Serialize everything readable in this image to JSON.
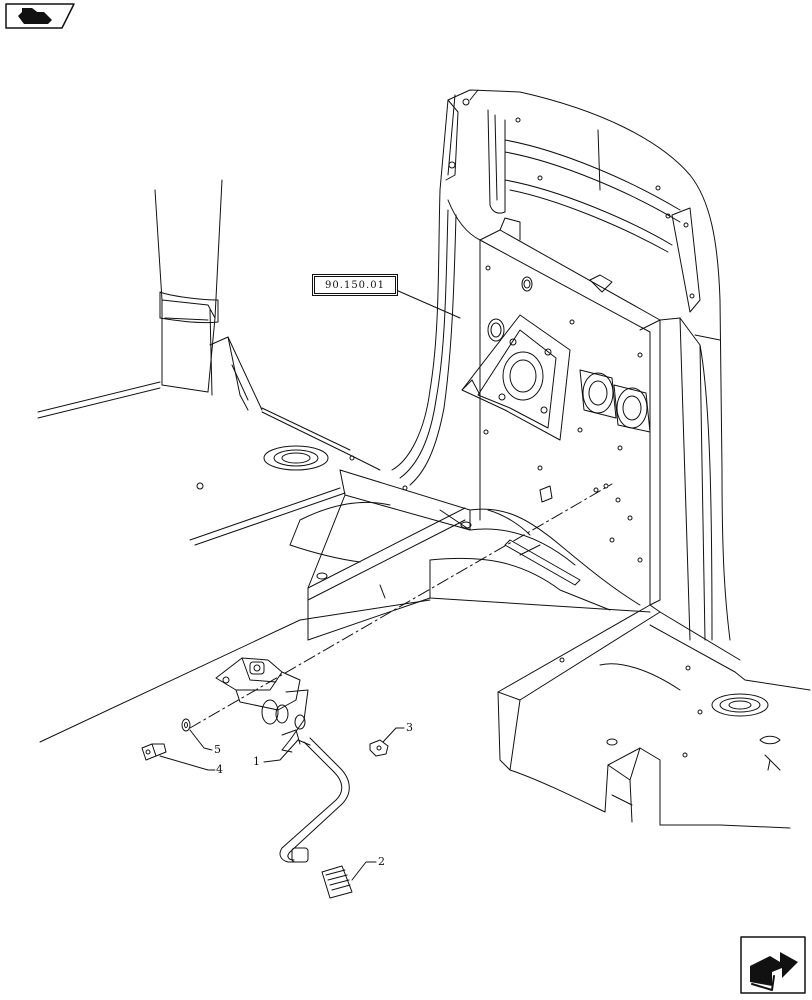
{
  "reference_label": "90.150.01",
  "callouts": [
    {
      "id": "1",
      "text": "1"
    },
    {
      "id": "2",
      "text": "2"
    },
    {
      "id": "3",
      "text": "3"
    },
    {
      "id": "4",
      "text": "4"
    },
    {
      "id": "5",
      "text": "5"
    }
  ],
  "icons": {
    "nav_prev": "back-arrow-icon",
    "nav_next": "forward-arrow-icon"
  },
  "colors": {
    "line": "#111111",
    "background": "#ffffff"
  }
}
